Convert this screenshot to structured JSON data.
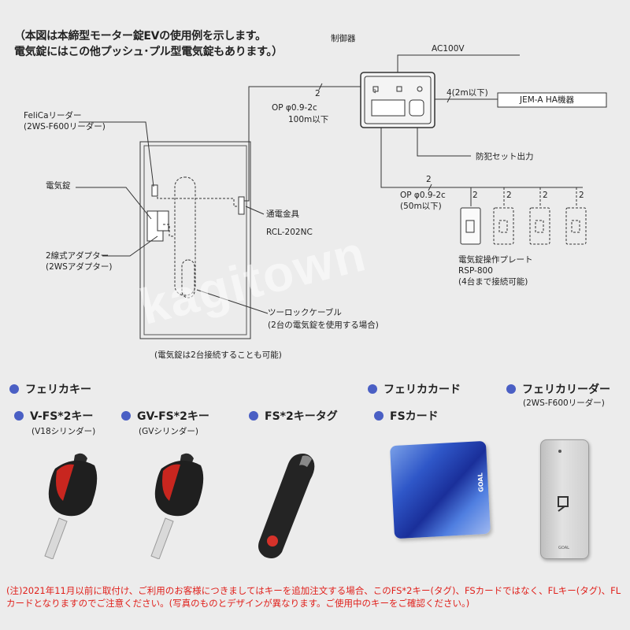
{
  "intro": {
    "line1": "（本図は本締型モーター錠EVの使用例を示します。",
    "line2": "電気錠にはこの他プッシュ･プル型電気錠もあります。）"
  },
  "diagram": {
    "controller": "制御器",
    "ac": "AC100V",
    "jem_count": "4(2m以下)",
    "jem": "JEM-A HA機器",
    "cable_main_count": "2",
    "cable_main_spec": "OP φ0.9-2c",
    "cable_main_len": "100m以下",
    "security_out": "防犯セット出力",
    "cable_plate_count": "2",
    "cable_plate_spec": "OP φ0.9-2c",
    "cable_plate_len": "(50m以下)",
    "plate_counts": [
      "2",
      "2",
      "2",
      "2"
    ],
    "plate_name": "電気錠操作プレート",
    "plate_model": "RSP-800",
    "plate_note": "(4台まで接続可能)",
    "felica_reader": "FeliCaリーダー",
    "felica_reader_model": "(2WS-F600リーダー)",
    "lock": "電気錠",
    "contact": "通電金具",
    "contact_model": "RCL-202NC",
    "adapter": "2線式アダプター",
    "adapter_model": "(2WSアダプター)",
    "twolock": "ツーロックケーブル",
    "twolock_note": "(2台の電気錠を使用する場合)",
    "door_note": "(電気錠は2台接続することも可能)"
  },
  "watermark": "kagitown",
  "products": {
    "felica_key": "フェリカキー",
    "vfs": "V-FS*2キー",
    "vfs_sub": "(V18シリンダー)",
    "gvfs": "GV-FS*2キー",
    "gvfs_sub": "(GVシリンダー)",
    "fstag": "FS*2キータグ",
    "felica_card": "フェリカカード",
    "fscard": "FSカード",
    "card_brand": "GOAL",
    "felica_reader": "フェリカリーダー",
    "felica_reader_sub": "(2WS-F600リーダー)",
    "reader_brand": "GOAL"
  },
  "note": "(注)2021年11月以前に取付け、ご利用のお客様につきましてはキーを追加注文する場合、このFS*2キー(タグ)、FSカードではなく、FLキー(タグ)、FLカードとなりますのでご注意ください。(写真のものとデザインが異なります。ご使用中のキーをご確認ください。)",
  "colors": {
    "bullet": "#4a5fc4",
    "note": "#e0201b",
    "background": "#ececec"
  }
}
